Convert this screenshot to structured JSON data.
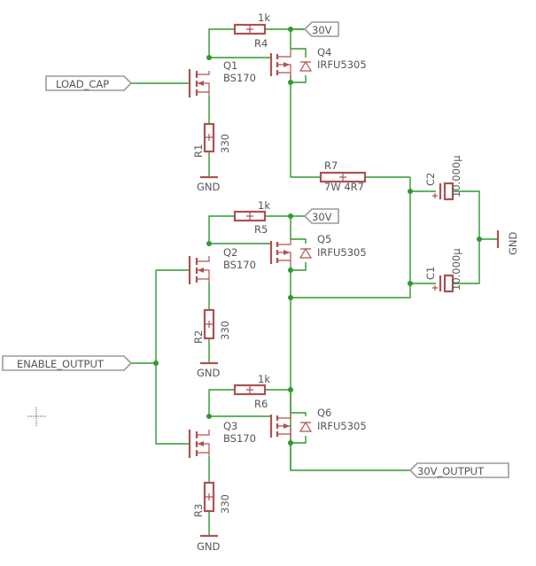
{
  "nets": {
    "load_cap": "LOAD_CAP",
    "enable_output": "ENABLE_OUTPUT",
    "out_30v": "30V_OUTPUT",
    "supply_30v_top": "30V",
    "supply_30v_mid": "30V"
  },
  "components": {
    "q1": {
      "name": "Q1",
      "value": "BS170"
    },
    "q2": {
      "name": "Q2",
      "value": "BS170"
    },
    "q3": {
      "name": "Q3",
      "value": "BS170"
    },
    "q4": {
      "name": "Q4",
      "value": "IRFU5305"
    },
    "q5": {
      "name": "Q5",
      "value": "IRFU5305"
    },
    "q6": {
      "name": "Q6",
      "value": "IRFU5305"
    },
    "r1": {
      "name": "R1",
      "value": "330"
    },
    "r2": {
      "name": "R2",
      "value": "330"
    },
    "r3": {
      "name": "R3",
      "value": "330"
    },
    "r4": {
      "name": "R4",
      "value": "1k"
    },
    "r5": {
      "name": "R5",
      "value": "1k"
    },
    "r6": {
      "name": "R6",
      "value": "1k"
    },
    "r7": {
      "name": "R7",
      "value": "7W 4R7"
    },
    "c1": {
      "name": "C1",
      "value": "10.000µ"
    },
    "c2": {
      "name": "C2",
      "value": "10.000µ"
    }
  },
  "grounds": {
    "g1": "GND",
    "g2": "GND",
    "g3": "GND",
    "g4": "GND"
  },
  "colors": {
    "wire": "#2e9a2e",
    "part": "#b05050",
    "text": "#555555",
    "frame": "#9a9a9a"
  }
}
